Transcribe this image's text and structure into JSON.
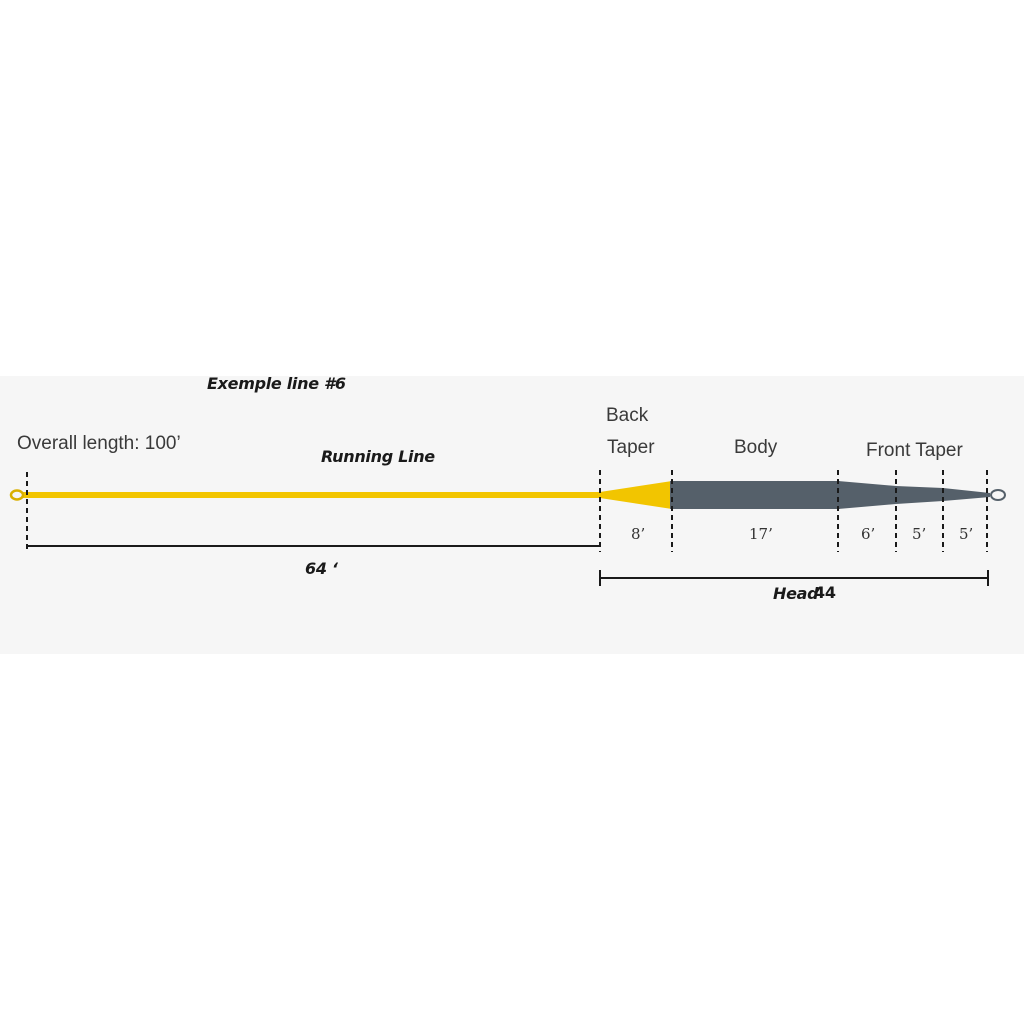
{
  "title": "Exemple line #6",
  "overall_length": "Overall length: 100’",
  "sections": {
    "running_line": "Running Line",
    "back_taper": [
      "Back",
      "Taper"
    ],
    "body": "Body",
    "front_taper": "Front Taper"
  },
  "measurements": {
    "running_line_length": "64 ‘",
    "back_taper": "8’",
    "body": "17’",
    "front_taper_1": "6’",
    "front_taper_2": "5’",
    "front_taper_3": "5’",
    "head": "Head",
    "head_length": "44"
  },
  "colors": {
    "running_line": "#f2c500",
    "head": "#55606a",
    "panel": "#f6f6f6",
    "ink": "#1a1a1a"
  }
}
